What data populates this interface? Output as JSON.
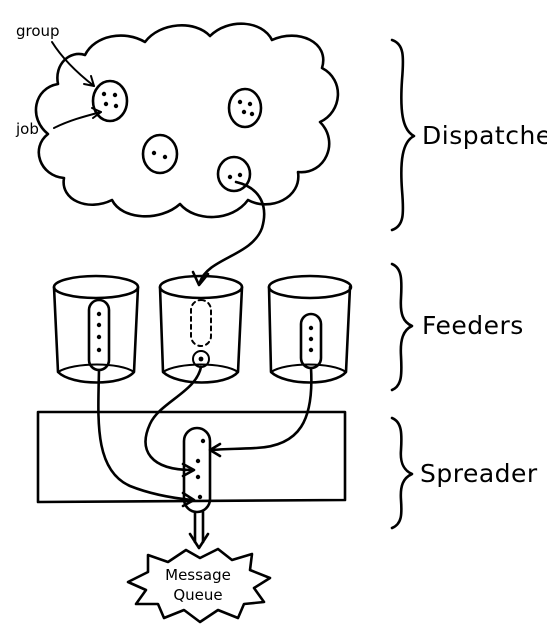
{
  "labels": {
    "group": "group",
    "job": "job",
    "dispatcher": "Dispatcher",
    "feeders": "Feeders",
    "spreader": "Spreader",
    "queue_line1": "Message",
    "queue_line2": "Queue"
  },
  "colors": {
    "ink": "#000000",
    "background": "#ffffff"
  }
}
